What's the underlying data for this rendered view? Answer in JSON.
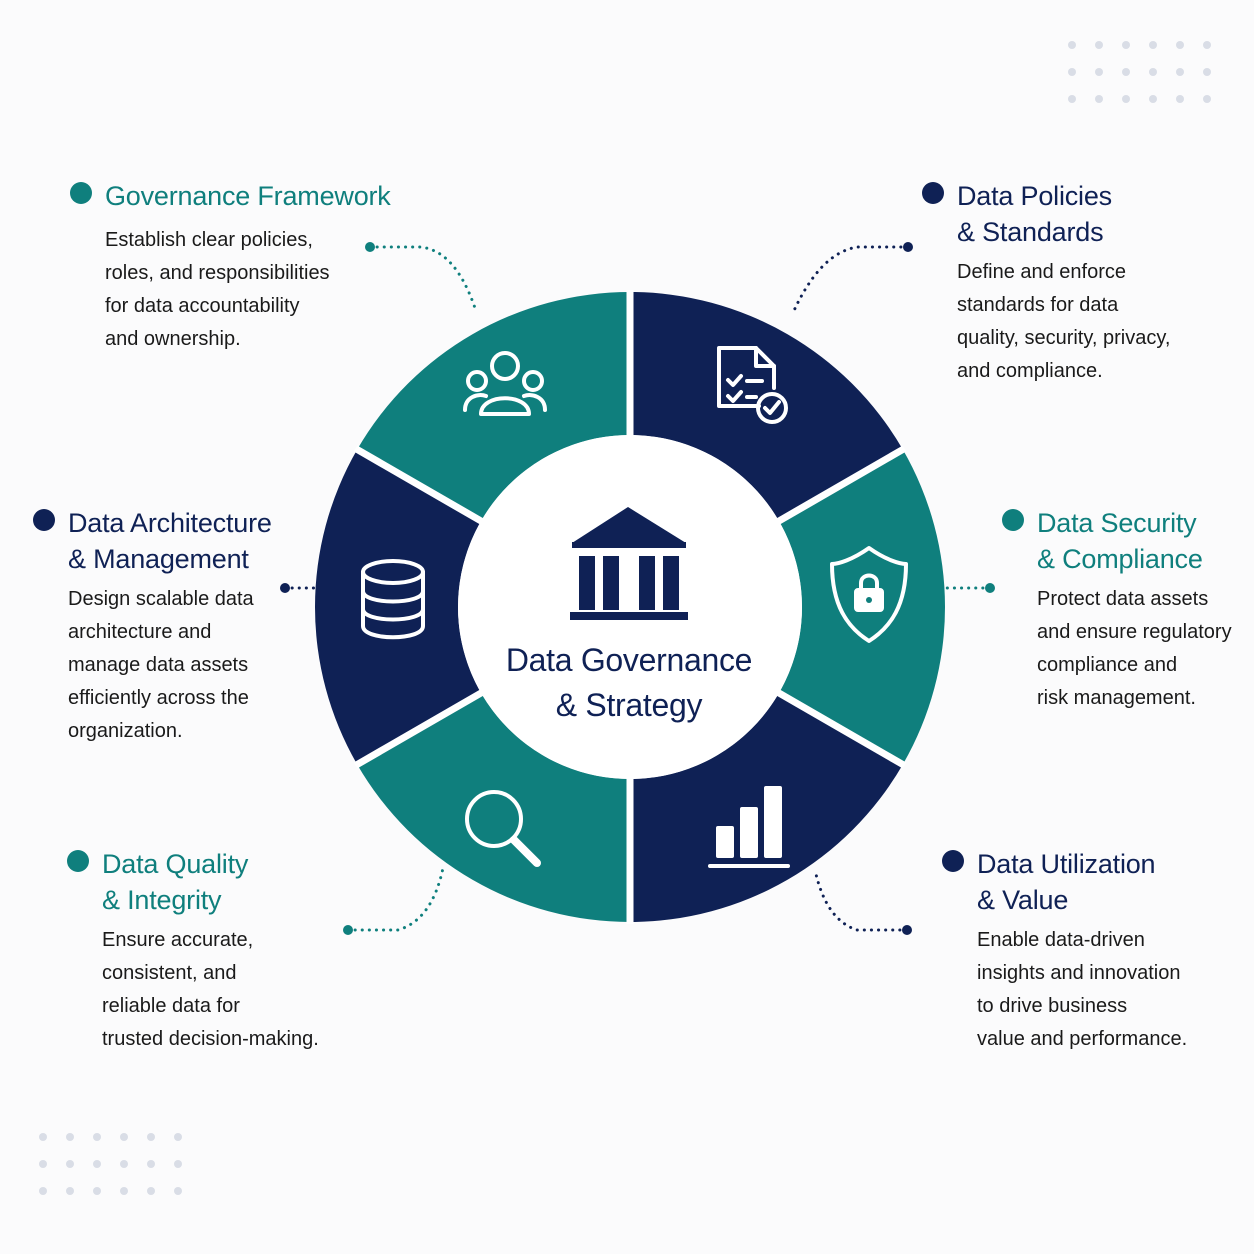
{
  "center": {
    "title": "Data Governance\n& Strategy",
    "icon": "government-building-icon"
  },
  "colors": {
    "teal": "#0f7f7d",
    "navy": "#0f2155"
  },
  "segments": [
    {
      "id": "governance-framework",
      "color": "teal",
      "icon": "people-group-icon",
      "title": "Governance Framework",
      "description": "Establish clear policies,\nroles, and responsibilities\nfor data accountability\nand ownership."
    },
    {
      "id": "data-policies",
      "color": "navy",
      "icon": "document-checklist-icon",
      "title": "Data Policies\n& Standards",
      "description": "Define and enforce\nstandards for data\nquality, security, privacy,\nand compliance."
    },
    {
      "id": "data-security",
      "color": "teal",
      "icon": "shield-lock-icon",
      "title": "Data Security\n& Compliance",
      "description": "Protect data assets\nand ensure regulatory\ncompliance and\nrisk management."
    },
    {
      "id": "data-utilization",
      "color": "navy",
      "icon": "bar-chart-icon",
      "title": "Data Utilization\n& Value",
      "description": "Enable data-driven\ninsights and innovation\nto drive business\nvalue and performance."
    },
    {
      "id": "data-quality",
      "color": "teal",
      "icon": "magnifier-icon",
      "title": "Data Quality\n& Integrity",
      "description": "Ensure accurate,\nconsistent, and\nreliable data for\ntrusted decision-making."
    },
    {
      "id": "data-architecture",
      "color": "navy",
      "icon": "database-icon",
      "title": "Data Architecture\n& Management",
      "description": "Design scalable data\narchitecture and\nmanage data assets\nefficiently across the\norganization."
    }
  ]
}
